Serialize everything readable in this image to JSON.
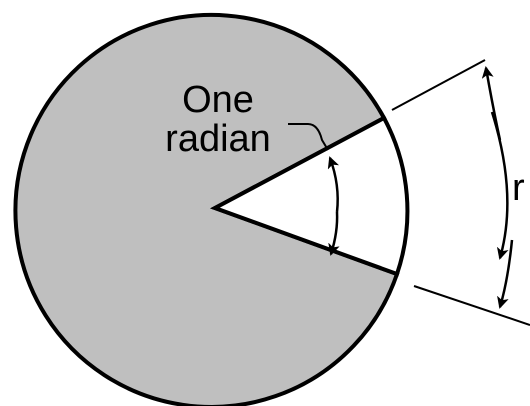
{
  "diagram": {
    "label_line1": "One",
    "label_line2": "radian",
    "arc_label": "r",
    "colors": {
      "fill": "#bfbfbf",
      "stroke": "#000000",
      "background": "#ffffff"
    }
  }
}
